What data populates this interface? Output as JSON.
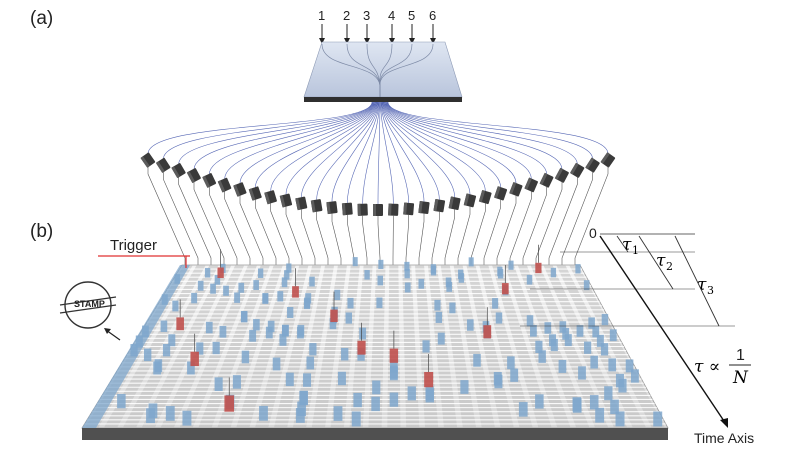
{
  "panel_a": {
    "label": "(a)",
    "inputs": [
      "1",
      "2",
      "3",
      "4",
      "5",
      "6"
    ]
  },
  "panel_b": {
    "label": "(b)"
  },
  "trigger": "Trigger",
  "stamp": "STAMP",
  "axis": {
    "zero": "0",
    "tau1": {
      "symbol": "τ",
      "sub": "1"
    },
    "tau2": {
      "symbol": "τ",
      "sub": "2"
    },
    "tau3": {
      "symbol": "τ",
      "sub": "3"
    },
    "relation": {
      "lhs": "τ ∝",
      "numerator": "1",
      "denominator": "N"
    },
    "label": "Time Axis"
  },
  "colors": {
    "fiber": "#3a4ea8",
    "chip": "#c9d3e6",
    "pixel_blue": "#7fa7cc",
    "pixel_red": "#c0504d",
    "trigger": "#e03030"
  }
}
